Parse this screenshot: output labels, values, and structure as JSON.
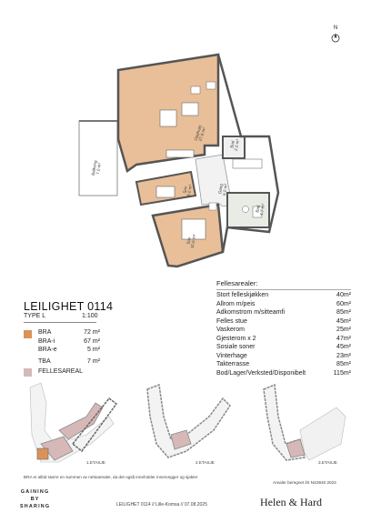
{
  "compass": {
    "label": "N"
  },
  "rooms": {
    "oppholdsrom": {
      "name": "Opphold",
      "area": "27.9 m²"
    },
    "bod": {
      "name": "Bod",
      "area": "2.0 m²"
    },
    "balkong": {
      "name": "Balkong",
      "area": "7.0 m²"
    },
    "sov1": {
      "name": "Sov",
      "area": "8.0 m²"
    },
    "gang": {
      "name": "Gang",
      "area": "6.0 m²"
    },
    "bad": {
      "name": "Bad",
      "area": "4.7 m²"
    },
    "sov2": {
      "name": "Sov",
      "area": "10.6 m²"
    }
  },
  "unit": {
    "title": "LEILIGHET 0114",
    "type": "TYPE L",
    "scale": "1:100"
  },
  "areas": [
    {
      "label": "BRA",
      "value": "72 m²"
    },
    {
      "label": "BRA-i",
      "value": "67 m²"
    },
    {
      "label": "BRA-e",
      "value": "5 m²"
    },
    {
      "label": "TBA",
      "value": "7 m²"
    }
  ],
  "fellesareal_label": "FELLESAREAL",
  "fellesarealer": {
    "title": "Fellesarealer:",
    "items": [
      {
        "label": "Stort felleskjøkken",
        "value": "40m²"
      },
      {
        "label": "Allrom m/peis",
        "value": "60m²"
      },
      {
        "label": "Adkomstrom m/sitteamfi",
        "value": "85m²"
      },
      {
        "label": "Felles stue",
        "value": "45m²"
      },
      {
        "label": "Vaskerom",
        "value": "25m²"
      },
      {
        "label": "Gjesterom x 2",
        "value": "47m²"
      },
      {
        "label": "Sosiale soner",
        "value": "45m²"
      },
      {
        "label": "Vinterhage",
        "value": "23m²"
      },
      {
        "label": "Takterrasse",
        "value": "85m²"
      },
      {
        "label": "Bod/Lager/Verksted/Disponibelt",
        "value": "115m²"
      }
    ]
  },
  "floors": [
    "1.ETASJE",
    "2.ETASJE",
    "3.ETASJE"
  ],
  "footnote": "BRA er alltid større en summen av nettoarealer, da det også inneholder innervegger og sjakter",
  "standard": "Arealer beregnet iht NS3940 2023",
  "footer": {
    "logo_left": [
      "GAINING",
      "BY",
      "SHARING"
    ],
    "center": "LEILIGHET 0114 // Lille-Komsa // 07.08.2025",
    "logo_right": "Helen & Hard"
  },
  "colors": {
    "apartment": "#e8bf98",
    "common": "#d6b8b8",
    "wall": "#555555"
  }
}
